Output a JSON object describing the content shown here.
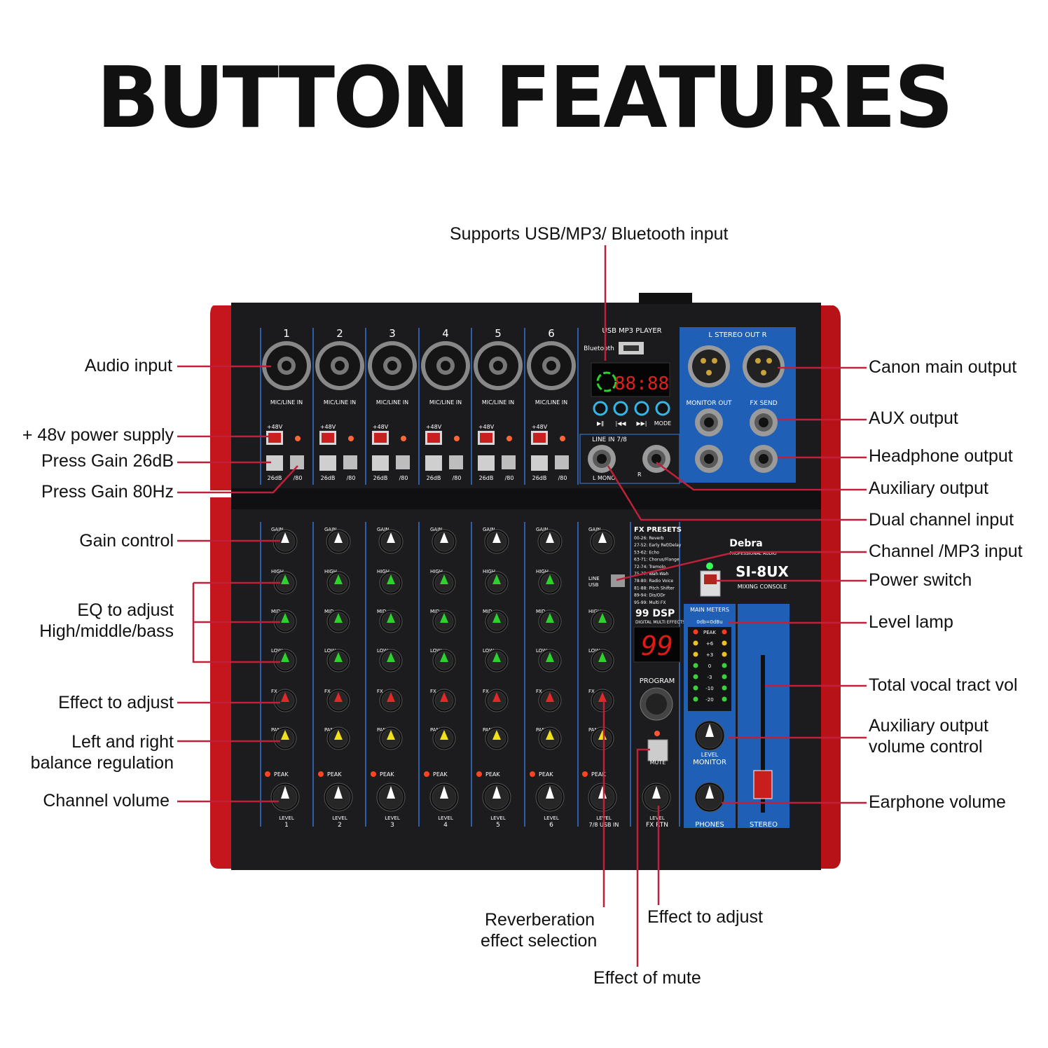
{
  "title": "BUTTON FEATURES",
  "callouts": {
    "usb_input": "Supports USB/MP3/ Bluetooth input",
    "audio_input": "Audio input",
    "power_48v": "+ 48v power supply",
    "gain_26db": "Press Gain 26dB",
    "gain_80hz": "Press Gain 80Hz",
    "gain_control": "Gain control",
    "eq_line1": "EQ to adjust",
    "eq_line2": "High/middle/bass",
    "effect_adjust_left": "Effect to adjust",
    "balance_line1": "Left and right",
    "balance_line2": "balance regulation",
    "channel_volume": "Channel volume",
    "canon_output": "Canon main output",
    "aux_output": "AUX output",
    "headphone_output": "Headphone output",
    "auxiliary_output": "Auxiliary output",
    "dual_channel_input": "Dual channel input",
    "channel_mp3_input": "Channel /MP3 input",
    "power_switch": "Power switch",
    "level_lamp": "Level lamp",
    "total_vocal": "Total vocal tract vol",
    "aux_vol_line1": "Auxiliary output",
    "aux_vol_line2": "volume control",
    "earphone_volume": "Earphone volume",
    "reverb_line1": "Reverberation",
    "reverb_line2": "effect selection",
    "effect_adjust_bottom": "Effect to adjust",
    "effect_mute": "Effect of mute"
  },
  "mixer": {
    "channels": [
      "1",
      "2",
      "3",
      "4",
      "5",
      "6"
    ],
    "mic_line_label": "MIC/LINE IN",
    "phantom_label": "+48V",
    "pad_label": "26dB",
    "hpf_label": "/80",
    "usb_player_label": "USB MP3 PLAYER",
    "bluetooth_label": "Bluetooth",
    "display_text": "88:88",
    "player_buttons": [
      "▶ǁ",
      "|◀◀",
      "▶▶|",
      "MODE"
    ],
    "line_in_label": "LINE IN 7/8",
    "mono_label": "L MONO",
    "r_label": "R",
    "stereo_out_label": "L   STEREO OUT   R",
    "monitor_out_label": "MONITOR OUT",
    "fx_send_label": "FX SEND",
    "gain_label": "GAIN",
    "high_label": "HIGH",
    "mid_label": "MID",
    "low_label": "LOW",
    "fx_label": "FX",
    "pan_label": "PAN",
    "peak_label": "PEAK",
    "level_label": "LEVEL",
    "line_usb": [
      "LINE",
      "USB"
    ],
    "fx_presets_title": "FX PRESETS",
    "fx_presets": [
      "00-26: Reverb",
      "27-52: Early Ref/Delay",
      "53-62: Echo",
      "63-71: Chorus/Flange",
      "72-74: Tremolo",
      "75-77: Wah-Wah",
      "78-80: Radio Voice",
      "81-88: Pitch Shifter",
      "89-94: Dis/ODr",
      "95-99: Multi FX"
    ],
    "dsp_label": "99 DSP",
    "dsp_sub": "DIGITAL MULTI EFFECTS",
    "fx_display": "99",
    "program_label": "PROGRAM",
    "mute_label": "MUTE",
    "fx_rtn_label": "FX RTN",
    "ch78_label": "7/8 USB IN",
    "brand": "Debra",
    "brand_sub": "PROFESSIONAL AUDIO",
    "model": "SI-8UX",
    "model_sub": "MIXING CONSOLE",
    "main_meters": "MAIN METERS",
    "meters_ref": "0db=0dBu",
    "meter_scale": [
      "+6",
      "+3",
      "0",
      "-3",
      "-10",
      "-20"
    ],
    "monitor_label": "MONITOR",
    "phones_label": "PHONES",
    "stereo_label": "STEREO"
  },
  "colors": {
    "frame_red": "#c4161c",
    "panel_black": "#1a1a1c",
    "blue_panel": "#1f5fb5",
    "callout_line": "#c0203a",
    "knob_green": "#2fd12f",
    "knob_red": "#e02a2a",
    "knob_yellow": "#f1e11a"
  }
}
